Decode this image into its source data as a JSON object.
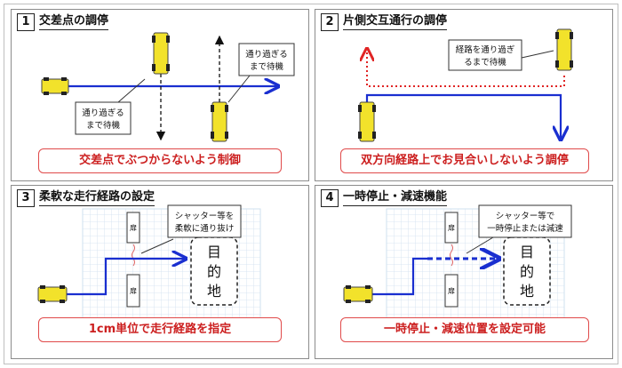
{
  "colors": {
    "route": "#1a2fd0",
    "stop": "#e02424",
    "vehicle": "#f2e22b",
    "caption_border": "#e04a4a",
    "caption_text": "#cc1f1f",
    "grid": "#cfe0ef"
  },
  "icons": [
    "agv-vehicle-icon",
    "shutter-icon"
  ],
  "panels": [
    {
      "number": "1",
      "title": "交差点の調停",
      "callout_a": [
        "通り過ぎる",
        "まで待機"
      ],
      "callout_b": [
        "通り過ぎる",
        "まで待機"
      ],
      "caption": "交差点でぶつからないよう制御"
    },
    {
      "number": "2",
      "title": "片側交互通行の調停",
      "callout": [
        "経路を通り過ぎ",
        "るまで待機"
      ],
      "caption": "双方向経路上でお見合いしないよう調停"
    },
    {
      "number": "3",
      "title": "柔軟な走行経路の設定",
      "callout": [
        "シャッター等を",
        "柔軟に通り抜け"
      ],
      "target": [
        "目",
        "的",
        "地"
      ],
      "shutter_label": "扉",
      "caption": "1cm単位で走行経路を指定"
    },
    {
      "number": "4",
      "title": "一時停止・減速機能",
      "callout": [
        "シャッター等で",
        "一時停止または減速"
      ],
      "target": [
        "目",
        "的",
        "地"
      ],
      "shutter_label": "扉",
      "caption": "一時停止・減速位置を設定可能"
    }
  ]
}
